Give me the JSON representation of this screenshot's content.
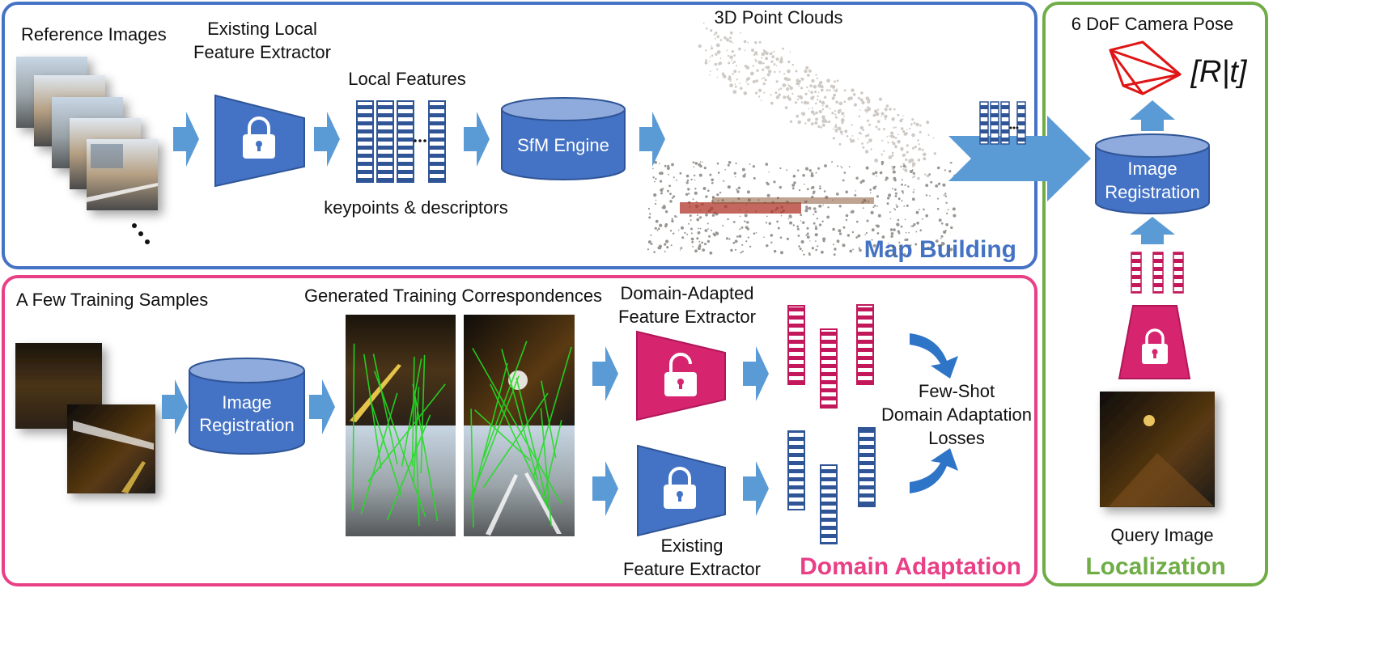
{
  "colors": {
    "blue": "#4472C4",
    "blue_dark": "#2F5597",
    "pink": "#E93F86",
    "pink_fill": "#D6246E",
    "green": "#70AD47",
    "arrow": "#5B9BD5",
    "red": "#E01515"
  },
  "sections": {
    "map_building": "Map Building",
    "domain_adaptation": "Domain Adaptation",
    "localization": "Localization"
  },
  "map": {
    "reference_images": "Reference Images",
    "extractor_label": [
      "Existing Local",
      "Feature Extractor"
    ],
    "local_features": "Local Features",
    "keypoints": "keypoints & descriptors",
    "sfm": "SfM Engine",
    "point_clouds": "3D Point Clouds"
  },
  "adapt": {
    "training_samples": "A Few Training Samples",
    "image_registration": [
      "Image",
      "Registration"
    ],
    "correspondences": "Generated Training Correspondences",
    "domain_extractor": [
      "Domain-Adapted",
      "Feature Extractor"
    ],
    "existing_extractor": [
      "Existing",
      "Feature Extractor"
    ],
    "losses": [
      "Few-Shot",
      "Domain Adaptation",
      "Losses"
    ]
  },
  "loc": {
    "pose_title": "6 DoF Camera Pose",
    "pose_formula": "[R|t]",
    "registration": [
      "Image",
      "Registration"
    ],
    "query_image": "Query Image"
  },
  "icons": {
    "lock": "padlock-icon",
    "ellipsis": "ellipsis-icon",
    "camera": "camera-frustum-icon"
  }
}
